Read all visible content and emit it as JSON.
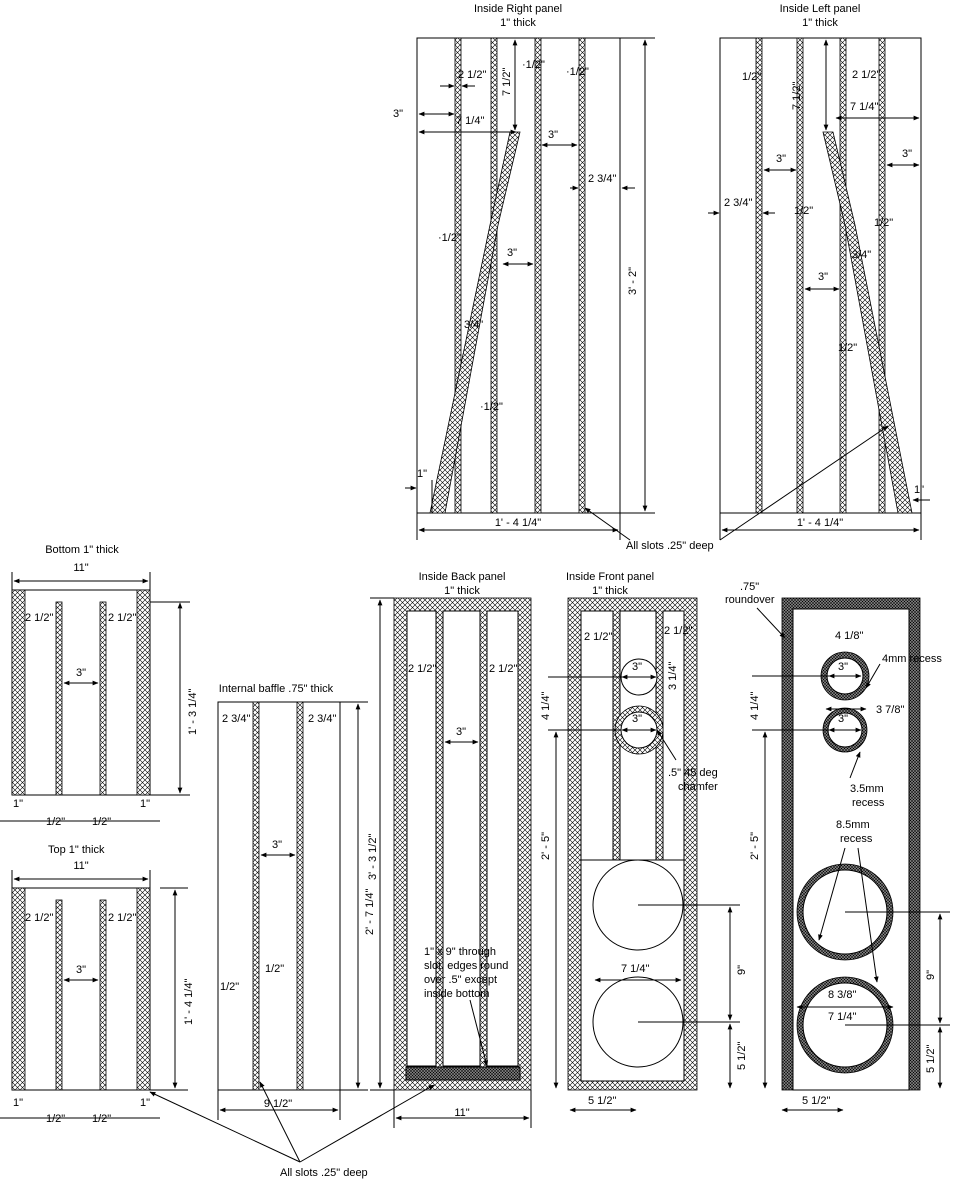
{
  "right_panel": {
    "title": "Inside Right panel",
    "thickness": "1\" thick",
    "dims": [
      "2 1/2\"",
      "7 1/2\"",
      "·1/2\"",
      "·1/2\"",
      "3\"",
      "7 1/4\"",
      "3\"",
      "2 3/4\"",
      "·1/2\"",
      "3\"",
      "3/4\"",
      "·1/2\"",
      "1\"",
      "3' - 2\"",
      "1' - 4 1/4\""
    ]
  },
  "left_panel": {
    "title": "Inside Left panel",
    "thickness": "1\" thick",
    "dims": [
      "7 1/2\"",
      "1/2\"",
      "2 1/2\"",
      "7 1/4\"",
      "3\"",
      "3\"",
      "2 3/4\"",
      "1/2\"",
      "1/2\"",
      "3/4\"",
      "3\"",
      "1/2\"",
      "1\"",
      "1' - 4 1/4\""
    ]
  },
  "side_note": "All slots .25\" deep",
  "bottom_panel": {
    "title": "Bottom 1\" thick",
    "dims": [
      "11\"",
      "2 1/2\"",
      "2 1/2\"",
      "3\"",
      "1' - 3 1/4\"",
      "1\"",
      "1/2\"",
      "1/2\"",
      "1\""
    ]
  },
  "top_panel": {
    "title": "Top 1\" thick",
    "dims": [
      "11\"",
      "2 1/2\"",
      "2 1/2\"",
      "3\"",
      "1' - 4 1/4\"",
      "1\"",
      "1/2\"",
      "1/2\"",
      "1\""
    ]
  },
  "baffle": {
    "title": "Internal baffle .75\" thick",
    "dims": [
      "2 3/4\"",
      "2 3/4\"",
      "3\"",
      "1/2\"",
      "1/2\"",
      "2' - 7 1/4\"",
      "9 1/2\""
    ]
  },
  "back_panel": {
    "title": "Inside Back panel",
    "thickness": "1\" thick",
    "dims": [
      "2 1/2\"",
      "2 1/2\"",
      "3\"",
      "3' - 3 1/2\"",
      "11\""
    ],
    "note": [
      "1\" x 9\" through",
      "slot, edges round",
      "over .5\" except",
      "inside bottom"
    ]
  },
  "front_panel": {
    "title": "Inside Front panel",
    "thickness": "1\" thick",
    "dims": [
      "2 1/2\"",
      "2 1/2\"",
      "3\"",
      "3\"",
      "3 1/4\"",
      "4 1/4\"",
      "2' - 5\"",
      "7 1/4\"",
      "9\"",
      "5 1/2\"",
      "5 1/2\""
    ],
    "note": [
      ".5\" 45 deg",
      "chamfer"
    ]
  },
  "front_baffle": {
    "notes": [
      ".75\"",
      "roundover",
      "4mm recess",
      "3.5mm",
      "recess",
      "8.5mm",
      "recess"
    ],
    "dims": [
      "4 1/8\"",
      "3\"",
      "3\"",
      "3 7/8\"",
      "4 1/4\"",
      "2' - 5\"",
      "8 3/8\"",
      "7 1/4\"",
      "9\"",
      "5 1/2\"",
      "5 1/2\""
    ]
  },
  "bottom_note": "All slots .25\" deep"
}
